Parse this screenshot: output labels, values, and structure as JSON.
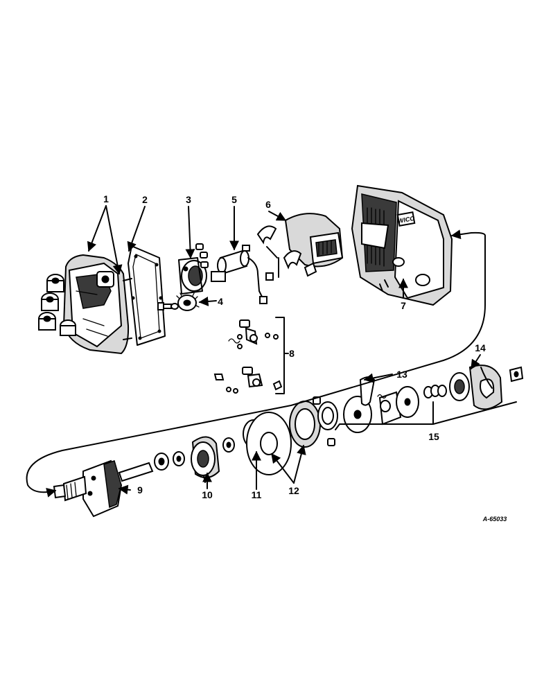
{
  "callouts": {
    "c1": "1",
    "c2": "2",
    "c3": "3",
    "c4": "4",
    "c5": "5",
    "c6": "6",
    "c7": "7",
    "c8": "8",
    "c9": "9",
    "c10": "10",
    "c11": "11",
    "c12": "12",
    "c13": "13",
    "c14": "14",
    "c15": "15"
  },
  "drawing_code": "A-65033"
}
